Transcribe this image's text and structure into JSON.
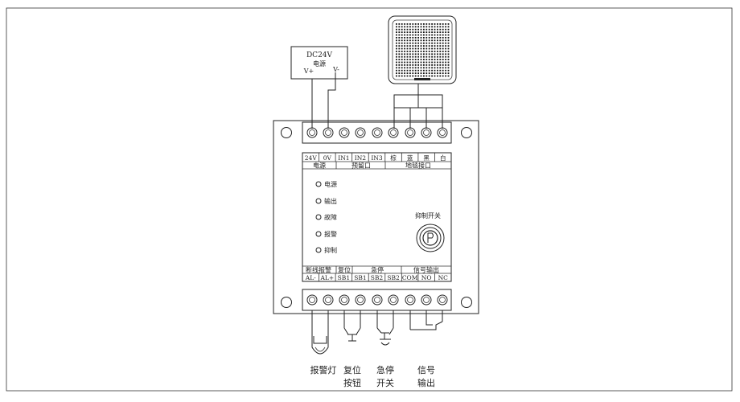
{
  "power_supply": {
    "label": "DC24V",
    "sublabel": "电源",
    "v_plus": "V+",
    "v_minus": "V-"
  },
  "top_terminals": [
    "24V",
    "0V",
    "IN1",
    "IN2",
    "IN3",
    "棕",
    "蓝",
    "黑",
    "白"
  ],
  "top_groups": [
    "电源",
    "预留口",
    "地毯接口"
  ],
  "indicators": [
    "电源",
    "输出",
    "故障",
    "报警",
    "抑制"
  ],
  "switch_label": "抑制开关",
  "bottom_groups": [
    "断线报警",
    "复位",
    "急停",
    "信号输出"
  ],
  "bottom_terminals": [
    "AL-",
    "AL+",
    "SB1",
    "SB1",
    "SB2",
    "SB2",
    "COM",
    "NO",
    "NC"
  ],
  "external": {
    "alarm_lamp": "报警灯",
    "reset_line1": "复位",
    "reset_line2": "按钮",
    "estop_line1": "急停",
    "estop_line2": "开关",
    "signal_line1": "信号",
    "signal_line2": "输出"
  },
  "colors": {
    "line": "#222222",
    "grille": "#111111"
  }
}
